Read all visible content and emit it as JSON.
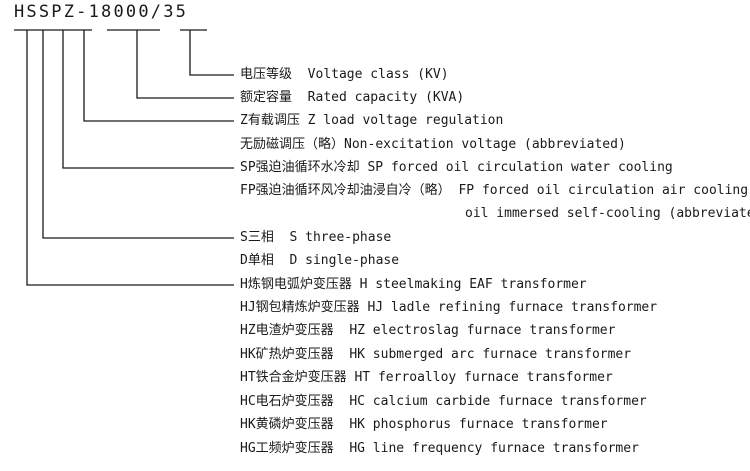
{
  "model_code": "HSSPZ-18000/35",
  "legend": [
    {
      "zh": "电压等级",
      "en": "Voltage class (KV)"
    },
    {
      "zh": "额定容量",
      "en": "Rated capacity (KVA)"
    },
    {
      "zh": "Z有载调压",
      "en": "Z load voltage regulation"
    },
    {
      "zh": "无励磁调压（略）",
      "en": "Non-excitation voltage (abbreviated)"
    },
    {
      "zh": "SP强迫油循环水冷却",
      "en": "SP forced oil circulation water cooling"
    },
    {
      "zh": "FP强迫油循环风冷却油浸自冷（略）",
      "en": "FP forced oil circulation air cooling"
    },
    {
      "zh": "",
      "en": "oil immersed self-cooling (abbreviated)"
    },
    {
      "zh": "S三相",
      "en": "S three-phase"
    },
    {
      "zh": "D单相",
      "en": "D single-phase"
    },
    {
      "zh": "H炼钢电弧炉变压器",
      "en": "H steelmaking EAF transformer"
    },
    {
      "zh": "HJ钢包精炼炉变压器",
      "en": "HJ ladle refining furnace transformer"
    },
    {
      "zh": "HZ电渣炉变压器",
      "en": "HZ electroslag furnace transformer"
    },
    {
      "zh": "HK矿热炉变压器",
      "en": "HK submerged arc furnace transformer"
    },
    {
      "zh": "HT铁合金炉变压器",
      "en": "HT ferroalloy furnace transformer"
    },
    {
      "zh": "HC电石炉变压器",
      "en": "HC calcium carbide furnace transformer"
    },
    {
      "zh": "HK黄磷炉变压器",
      "en": "HK phosphorus furnace transformer"
    },
    {
      "zh": "HG工频炉变压器",
      "en": "HG line frequency furnace transformer"
    }
  ]
}
